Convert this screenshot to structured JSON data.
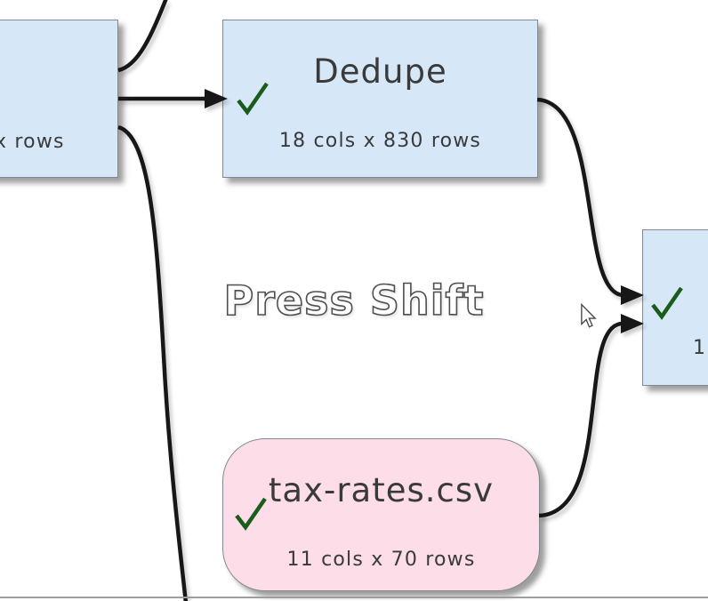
{
  "overlay": {
    "hint_text": "Press Shift"
  },
  "icons": {
    "status_check": "check-mark",
    "pointer": "arrow-cursor",
    "arrowhead": "solid-right-triangle"
  },
  "colors": {
    "node_blue": "#d6e7f8",
    "node_pink": "#fcdde8",
    "node_border": "#83888f",
    "check_green": "#1a5c1a",
    "connector": "#171717",
    "text_dark": "#3a3a3a",
    "edge_gray": "#9e9e9e",
    "hint_outline": "#4f4f4f"
  },
  "canvas": {
    "nodes": [
      {
        "id": "left-partial",
        "shape": "rectangle",
        "color": "blue",
        "title": "",
        "subtitle": "x rows",
        "has_check": false
      },
      {
        "id": "dedupe",
        "shape": "rectangle",
        "color": "blue",
        "title": "Dedupe",
        "subtitle": "18 cols x 830 rows",
        "has_check": true
      },
      {
        "id": "right-partial",
        "shape": "rectangle",
        "color": "blue",
        "title": "",
        "subtitle": "1",
        "has_check": true
      },
      {
        "id": "tax-rates",
        "shape": "rounded",
        "color": "pink",
        "title": "tax-rates.csv",
        "subtitle": "11 cols x 70 rows",
        "has_check": true
      }
    ]
  }
}
